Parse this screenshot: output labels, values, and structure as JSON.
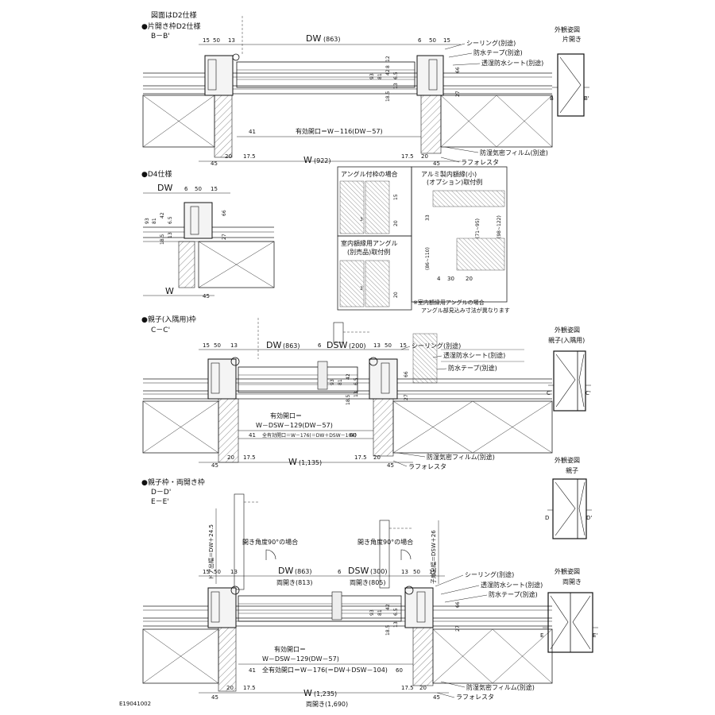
{
  "header": {
    "note": "図面はD2仕様"
  },
  "section_b": {
    "title": "●片開き枠D2仕様",
    "cut": "B－B'",
    "dims_top": [
      "15",
      "50",
      "13",
      "6",
      "50",
      "15"
    ],
    "dw": "DW",
    "dw_val": "(863)",
    "w": "W",
    "w_val": "(922)",
    "opening": "有効開口＝W－116(DW－57)",
    "v_dims": [
      "93",
      "81",
      "42",
      "6.5",
      "18.5",
      "13",
      "12",
      "8",
      "66",
      "27"
    ],
    "d41": "41",
    "bottom_dims": [
      "45",
      "20",
      "17.5",
      "17.5",
      "20",
      "45"
    ],
    "labels": [
      "シーリング(別途)",
      "防水テープ(別途)",
      "透湿防水シート(別途)",
      "防湿気密フィルム(別途)",
      "ラフォレスタ"
    ],
    "view_title": "外観姿図",
    "view_sub": "片開き",
    "view_b": "B",
    "view_b2": "B'"
  },
  "section_d4": {
    "title": "●D4仕様",
    "dw": "DW",
    "w": "W",
    "dims_top": [
      "6",
      "50",
      "15"
    ],
    "v_dims": [
      "93",
      "81",
      "42",
      "6.5",
      "18.5",
      "13",
      "66",
      "27"
    ],
    "d45": "45"
  },
  "inset_angle": {
    "title": "アングル付枠の場合",
    "d15": "15",
    "d3": "3",
    "d20": "20"
  },
  "inset_alum": {
    "title": "アルミ製内額縁(小)",
    "title2": "(オプション)取付例",
    "d33": "33",
    "r1": "(71~95)",
    "r2": "(98~122)",
    "r3": "(86~110)",
    "dims": [
      "4",
      "30",
      "20"
    ]
  },
  "inset_room": {
    "title": "室内額縁用アングル",
    "title2": "(別売品)取付例",
    "d3": "3",
    "d20": "20",
    "note1": "※室内額縁用アングルの場合",
    "note2": "アングル部見込み寸法が異なります"
  },
  "section_c": {
    "title": "●親子(入隅用)枠",
    "cut": "C－C'",
    "dims_top": [
      "15",
      "50",
      "13",
      "6",
      "13",
      "50",
      "15"
    ],
    "dw": "DW",
    "dw_val": "(863)",
    "dsw": "DSW",
    "dsw_val": "(200)",
    "w": "W",
    "w_val": "(1,135)",
    "opening1": "有効開口＝",
    "opening2": "W－DSW－129(DW－57)",
    "opening3": "全有効開口＝W－176(＝DW＋DSW－104)",
    "d41": "41",
    "d60": "60",
    "v_dims": [
      "93",
      "81",
      "42",
      "6.5",
      "18.5",
      "13",
      "66",
      "27"
    ],
    "bottom_dims": [
      "45",
      "20",
      "17.5",
      "17.5",
      "20",
      "45"
    ],
    "labels": [
      "シーリング(別途)",
      "透湿防水シート(別途)",
      "防水テープ(別途)",
      "防湿気密フィルム(別途)",
      "ラフォレスタ"
    ],
    "view_title": "外観姿図",
    "view_sub": "親子(入隅用)",
    "view_c": "C",
    "view_c2": "C'"
  },
  "section_d": {
    "title": "●親子枠・両開き枠",
    "cut1": "D－D'",
    "cut2": "E－E'",
    "door_h_left": "ドア出幅＝DW＋24.5",
    "door_h_right": "子扉出幅＝DSW＋26",
    "angle_left": "開き角度90°の場合",
    "angle_right": "開き角度90°の場合",
    "dims_top": [
      "15",
      "50",
      "13",
      "6",
      "13",
      "50",
      "15"
    ],
    "dw": "DW",
    "dw_val": "(863)",
    "dw2": "両開き(813)",
    "dsw": "DSW",
    "dsw_val": "(300)",
    "dsw2": "両開き(805)",
    "w": "W",
    "w_val": "(1,235)",
    "w2": "両開き(1,690)",
    "opening1": "有効開口＝",
    "opening2": "W－DSW－129(DW－57)",
    "opening3": "全有効開口＝W－176(＝DW＋DSW－104)",
    "d41": "41",
    "d60": "60",
    "v_dims": [
      "93",
      "81",
      "42",
      "6.5",
      "18.5",
      "13",
      "66",
      "27"
    ],
    "bottom_dims": [
      "45",
      "20",
      "17.5",
      "17.5",
      "20",
      "45"
    ],
    "labels": [
      "シーリング(別途)",
      "透湿防水シート(別途)",
      "防水テープ(別途)",
      "防湿気密フィルム(別途)",
      "ラフォレスタ"
    ],
    "view_title1": "外観姿図",
    "view_sub1": "親子",
    "view_d": "D",
    "view_d2": "D'",
    "view_title2": "外観姿図",
    "view_sub2": "両開き",
    "view_e": "E",
    "view_e2": "E'"
  },
  "footer": {
    "code": "E19041002"
  }
}
